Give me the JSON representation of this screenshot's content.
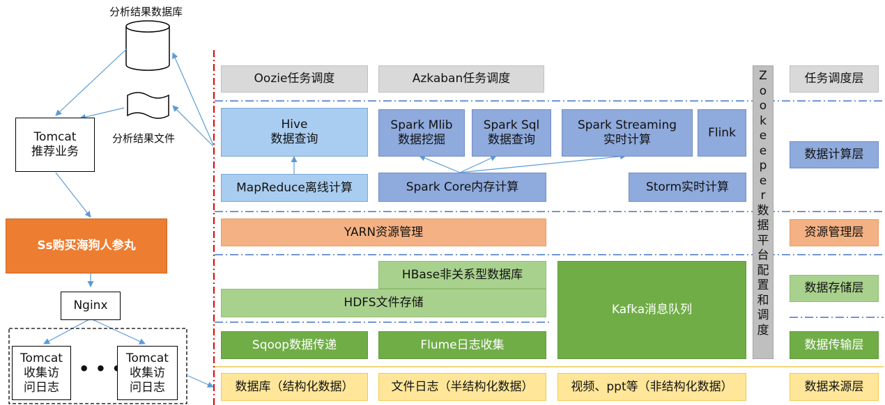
{
  "left": {
    "db_label": "分析结果数据库",
    "file_label": "分析结果文件",
    "tomcat_rec": [
      "Tomcat",
      "推荐业务"
    ],
    "orange_box": "Ss购买海狗人参丸",
    "nginx": "Nginx",
    "tomcat_log_a": [
      "Tomcat",
      "收集访",
      "问日志"
    ],
    "tomcat_log_b": [
      "Tomcat",
      "收集访",
      "问日志"
    ],
    "dots": "• • •"
  },
  "scheduling": {
    "oozie": "Oozie任务调度",
    "azkaban": "Azkaban任务调度"
  },
  "compute": {
    "hive": [
      "Hive",
      "数据查询"
    ],
    "spark_mlib": [
      "Spark Mlib",
      "数据挖掘"
    ],
    "spark_sql": [
      "Spark Sql",
      "数据查询"
    ],
    "spark_streaming": [
      "Spark Streaming",
      "实时计算"
    ],
    "flink": "Flink",
    "mapreduce": "MapReduce离线计算",
    "spark_core": "Spark Core内存计算",
    "storm": "Storm实时计算"
  },
  "resource": {
    "yarn": "YARN资源管理"
  },
  "storage": {
    "hbase": "HBase非关系型数据库",
    "hdfs": "HDFS文件存储",
    "kafka": "Kafka消息队列"
  },
  "transport": {
    "sqoop": "Sqoop数据传递",
    "flume": "Flume日志收集"
  },
  "source": {
    "db": "数据库（结构化数据）",
    "log": "文件日志（半结构化数据）",
    "video": "视频、ppt等（非结构化数据）"
  },
  "zookeeper": {
    "letters": [
      "Z",
      "o",
      "o",
      "k",
      "e",
      "e",
      "p",
      "e",
      "r"
    ],
    "chars": [
      "数",
      "据",
      "平",
      "台",
      "配",
      "置",
      "和",
      "调",
      "度"
    ]
  },
  "layers": {
    "schedule": "任务调度层",
    "compute": "数据计算层",
    "resource": "资源管理层",
    "storage": "数据存储层",
    "transport": "数据传输层",
    "source": "数据来源层"
  },
  "colors": {
    "gray": "#d9d9d9",
    "light_blue": "#a9cdf0",
    "medium_blue": "#8faadc",
    "salmon": "#f4b183",
    "light_green": "#a9d18e",
    "dark_green": "#70ad47",
    "yellow": "#ffe699",
    "orange": "#ed7d31",
    "divider": "#4472c4",
    "red_line": "#e00000"
  }
}
